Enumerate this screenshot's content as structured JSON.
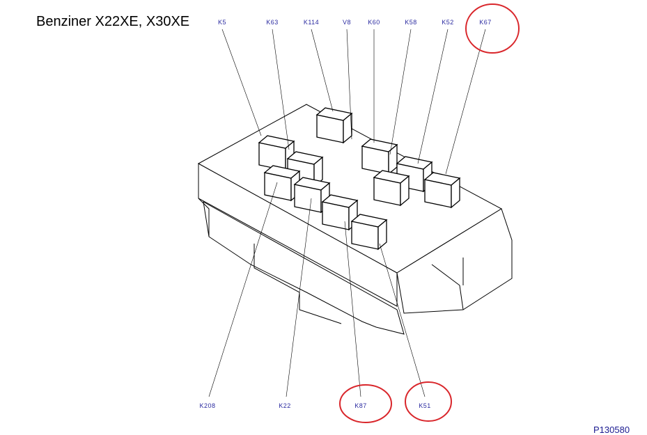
{
  "title": "Benziner X22XE, X30XE",
  "reference": "P130580",
  "top_labels": [
    "K5",
    "K63",
    "K114",
    "V8",
    "K60",
    "K58",
    "K52",
    "K67"
  ],
  "bottom_labels": [
    "K208",
    "K22",
    "K87",
    "K51"
  ],
  "highlighted": [
    "K67",
    "K87",
    "K51"
  ],
  "colors": {
    "label": "#2a2aa0",
    "highlight": "#d9262b",
    "line": "#000000"
  }
}
